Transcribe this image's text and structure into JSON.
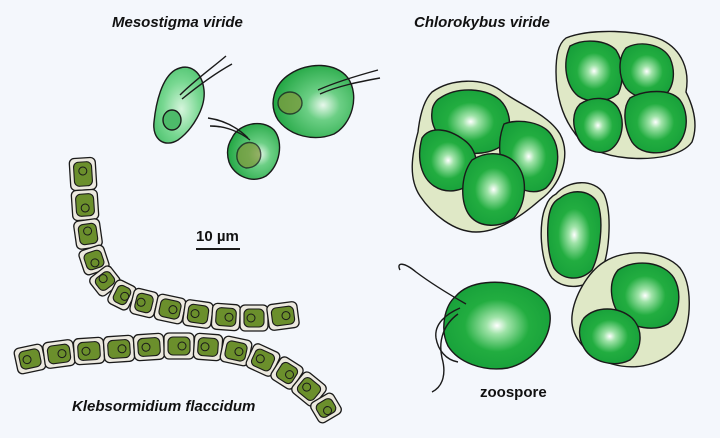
{
  "labels": {
    "mesostigma": "Mesostigma viride",
    "chlorokybus": "Chlorokybus viride",
    "klebsormidium": "Klebsormidium flaccidum",
    "zoospore": "zoospore",
    "scale_bar": "10 µm"
  },
  "colors": {
    "background": "#f4f7fc",
    "chlorokybus_cell": "#1fa83b",
    "chlorokybus_sheath": "#dfe8c6",
    "mesostigma_light": "#6fd38b",
    "mesostigma_dark": "#2fb04f",
    "klebsormidium_cell": "#6b8f2c",
    "klebsormidium_wall": "#ece9df",
    "outline": "#1a1a1a"
  },
  "icons": {
    "scale_bar": "horizontal-line",
    "flagellum": "curved-line"
  }
}
